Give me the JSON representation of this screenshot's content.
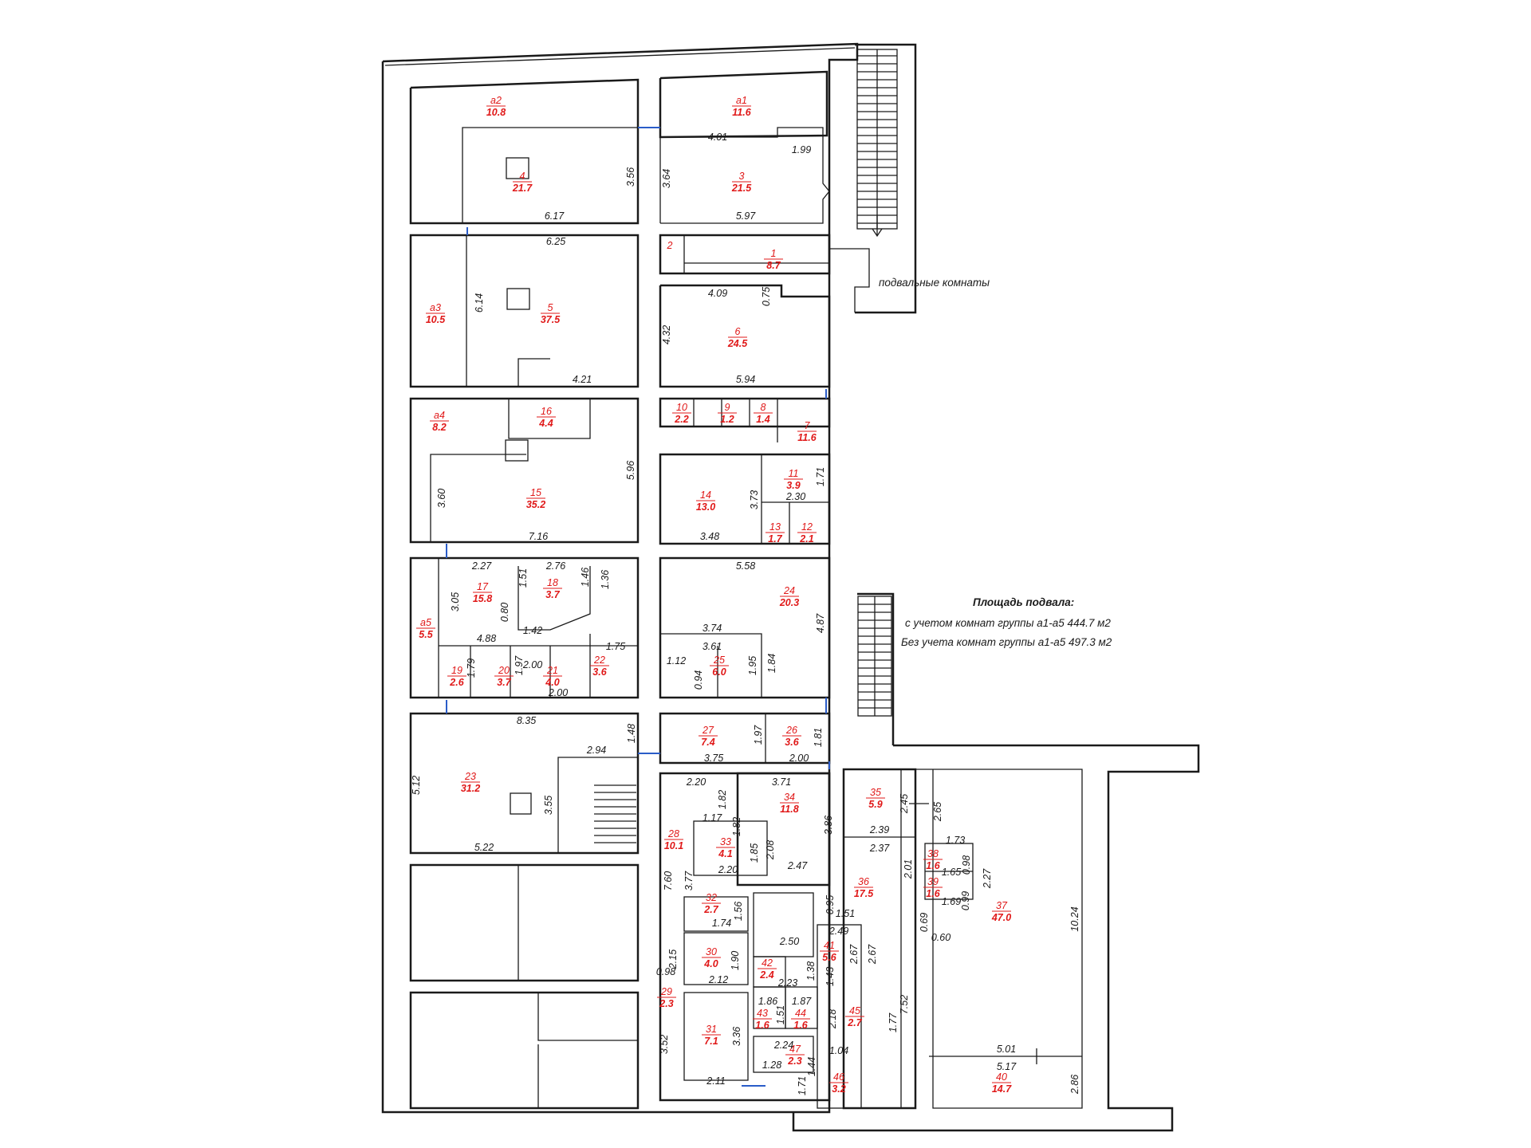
{
  "rooms": [
    {
      "id": "a2",
      "num": "а2",
      "area": "10.8"
    },
    {
      "id": "a1",
      "num": "а1",
      "area": "11.6"
    },
    {
      "id": "r4",
      "num": "4",
      "area": "21.7"
    },
    {
      "id": "r3",
      "num": "3",
      "area": "21.5"
    },
    {
      "id": "r2",
      "num": "2",
      "area": ""
    },
    {
      "id": "r1",
      "num": "1",
      "area": "8.7"
    },
    {
      "id": "a3",
      "num": "а3",
      "area": "10.5"
    },
    {
      "id": "r5",
      "num": "5",
      "area": "37.5"
    },
    {
      "id": "r6",
      "num": "6",
      "area": "24.5"
    },
    {
      "id": "a4",
      "num": "а4",
      "area": "8.2"
    },
    {
      "id": "r16",
      "num": "16",
      "area": "4.4"
    },
    {
      "id": "r10",
      "num": "10",
      "area": "2.2"
    },
    {
      "id": "r9",
      "num": "9",
      "area": "1.2"
    },
    {
      "id": "r8",
      "num": "8",
      "area": "1.4"
    },
    {
      "id": "r7",
      "num": "7",
      "area": "11.6"
    },
    {
      "id": "r15",
      "num": "15",
      "area": "35.2"
    },
    {
      "id": "r14",
      "num": "14",
      "area": "13.0"
    },
    {
      "id": "r11",
      "num": "11",
      "area": "3.9"
    },
    {
      "id": "r13",
      "num": "13",
      "area": "1.7"
    },
    {
      "id": "r12",
      "num": "12",
      "area": "2.1"
    },
    {
      "id": "r17",
      "num": "17",
      "area": "15.8"
    },
    {
      "id": "r18",
      "num": "18",
      "area": "3.7"
    },
    {
      "id": "a5",
      "num": "а5",
      "area": "5.5"
    },
    {
      "id": "r24",
      "num": "24",
      "area": "20.3"
    },
    {
      "id": "r19",
      "num": "19",
      "area": "2.6"
    },
    {
      "id": "r20",
      "num": "20",
      "area": "3.7"
    },
    {
      "id": "r21",
      "num": "21",
      "area": "4.0"
    },
    {
      "id": "r22",
      "num": "22",
      "area": "3.6"
    },
    {
      "id": "r25",
      "num": "25",
      "area": "6.0"
    },
    {
      "id": "r23",
      "num": "23",
      "area": "31.2"
    },
    {
      "id": "r27",
      "num": "27",
      "area": "7.4"
    },
    {
      "id": "r26",
      "num": "26",
      "area": "3.6"
    },
    {
      "id": "r34",
      "num": "34",
      "area": "11.8"
    },
    {
      "id": "r35",
      "num": "35",
      "area": "5.9"
    },
    {
      "id": "r28",
      "num": "28",
      "area": "10.1"
    },
    {
      "id": "r33",
      "num": "33",
      "area": "4.1"
    },
    {
      "id": "r36",
      "num": "36",
      "area": "17.5"
    },
    {
      "id": "r38",
      "num": "38",
      "area": "1.6"
    },
    {
      "id": "r39",
      "num": "39",
      "area": "1.6"
    },
    {
      "id": "r37",
      "num": "37",
      "area": "47.0"
    },
    {
      "id": "r32",
      "num": "32",
      "area": "2.7"
    },
    {
      "id": "r30",
      "num": "30",
      "area": "4.0"
    },
    {
      "id": "r41",
      "num": "41",
      "area": "5.6"
    },
    {
      "id": "r42",
      "num": "42",
      "area": "2.4"
    },
    {
      "id": "r29",
      "num": "29",
      "area": "2.3"
    },
    {
      "id": "r43",
      "num": "43",
      "area": "1.6"
    },
    {
      "id": "r44",
      "num": "44",
      "area": "1.6"
    },
    {
      "id": "r45",
      "num": "45",
      "area": "2.7"
    },
    {
      "id": "r31",
      "num": "31",
      "area": "7.1"
    },
    {
      "id": "r47",
      "num": "47",
      "area": "2.3"
    },
    {
      "id": "r46",
      "num": "46",
      "area": "3.2"
    },
    {
      "id": "r40",
      "num": "40",
      "area": "14.7"
    }
  ],
  "dims": {
    "d1": "4.01",
    "d2": "1.99",
    "d3": "3.56",
    "d4": "3.64",
    "d5": "6.17",
    "d6": "5.97",
    "d7": "6.25",
    "d8": "6.14",
    "d9": "4.09",
    "d10": "0.75",
    "d11": "4.32",
    "d12": "4.21",
    "d13": "5.94",
    "d14": "5.96",
    "d15": "3.60",
    "d16": "3.73",
    "d17": "1.71",
    "d18": "2.30",
    "d19": "7.16",
    "d20": "3.48",
    "d21": "2.27",
    "d22": "2.76",
    "d23": "1.51",
    "d24": "1.46",
    "d25": "1.36",
    "d26": "3.05",
    "d27": "0.80",
    "d28": "1.42",
    "d29": "5.58",
    "d30": "4.87",
    "d31": "3.74",
    "d32": "4.88",
    "d33": "1.75",
    "d34": "3.61",
    "d35": "1.79",
    "d36": "1.97",
    "d37": "2.00",
    "d38": "1.12",
    "d39": "0.94",
    "d40": "1.95",
    "d41": "1.84",
    "d42": "2.00",
    "d43": "8.35",
    "d44": "1.48",
    "d45": "1.97",
    "d46": "1.81",
    "d47": "2.94",
    "d48": "3.75",
    "d49": "2.00",
    "d50": "5.12",
    "d51": "3.55",
    "d52": "2.20",
    "d53": "3.71",
    "d54": "1.82",
    "d55": "2.45",
    "d56": "2.65",
    "d57": "5.22",
    "d58": "1.17",
    "d59": "1.82",
    "d60": "3.86",
    "d61": "2.39",
    "d62": "2.37",
    "d63": "1.85",
    "d64": "2.08",
    "d65": "2.20",
    "d66": "2.47",
    "d67": "1.73",
    "d68": "1.65",
    "d69": "0.98",
    "d70": "2.27",
    "d71": "7.60",
    "d72": "3.77",
    "d73": "2.01",
    "d74": "0.95",
    "d75": "1.51",
    "d76": "1.56",
    "d77": "1.74",
    "d78": "0.99",
    "d79": "1.69",
    "d80": "0.69",
    "d81": "0.60",
    "d82": "10.24",
    "d83": "2.49",
    "d84": "2.67",
    "d85": "2.67",
    "d86": "2.15",
    "d87": "1.90",
    "d88": "2.50",
    "d89": "1.38",
    "d90": "1.43",
    "d91": "0.98",
    "d92": "2.12",
    "d93": "2.23",
    "d94": "1.86",
    "d95": "1.87",
    "d96": "1.51",
    "d97": "2.18",
    "d98": "1.77",
    "d99": "7.52",
    "d100": "3.52",
    "d101": "3.36",
    "d102": "2.24",
    "d103": "1.04",
    "d104": "1.28",
    "d105": "1.44",
    "d106": "5.01",
    "d107": "5.17",
    "d108": "2.86",
    "d109": "2.11",
    "d110": "1.71"
  },
  "labels": {
    "basement_rooms": "подвальные комнаты",
    "area_title": "Площадь подвала:",
    "area_with": "с учетом комнат группы а1-а5  444.7 м2",
    "area_without": "Без учета комнат группы а1-а5  497.3 м2"
  }
}
